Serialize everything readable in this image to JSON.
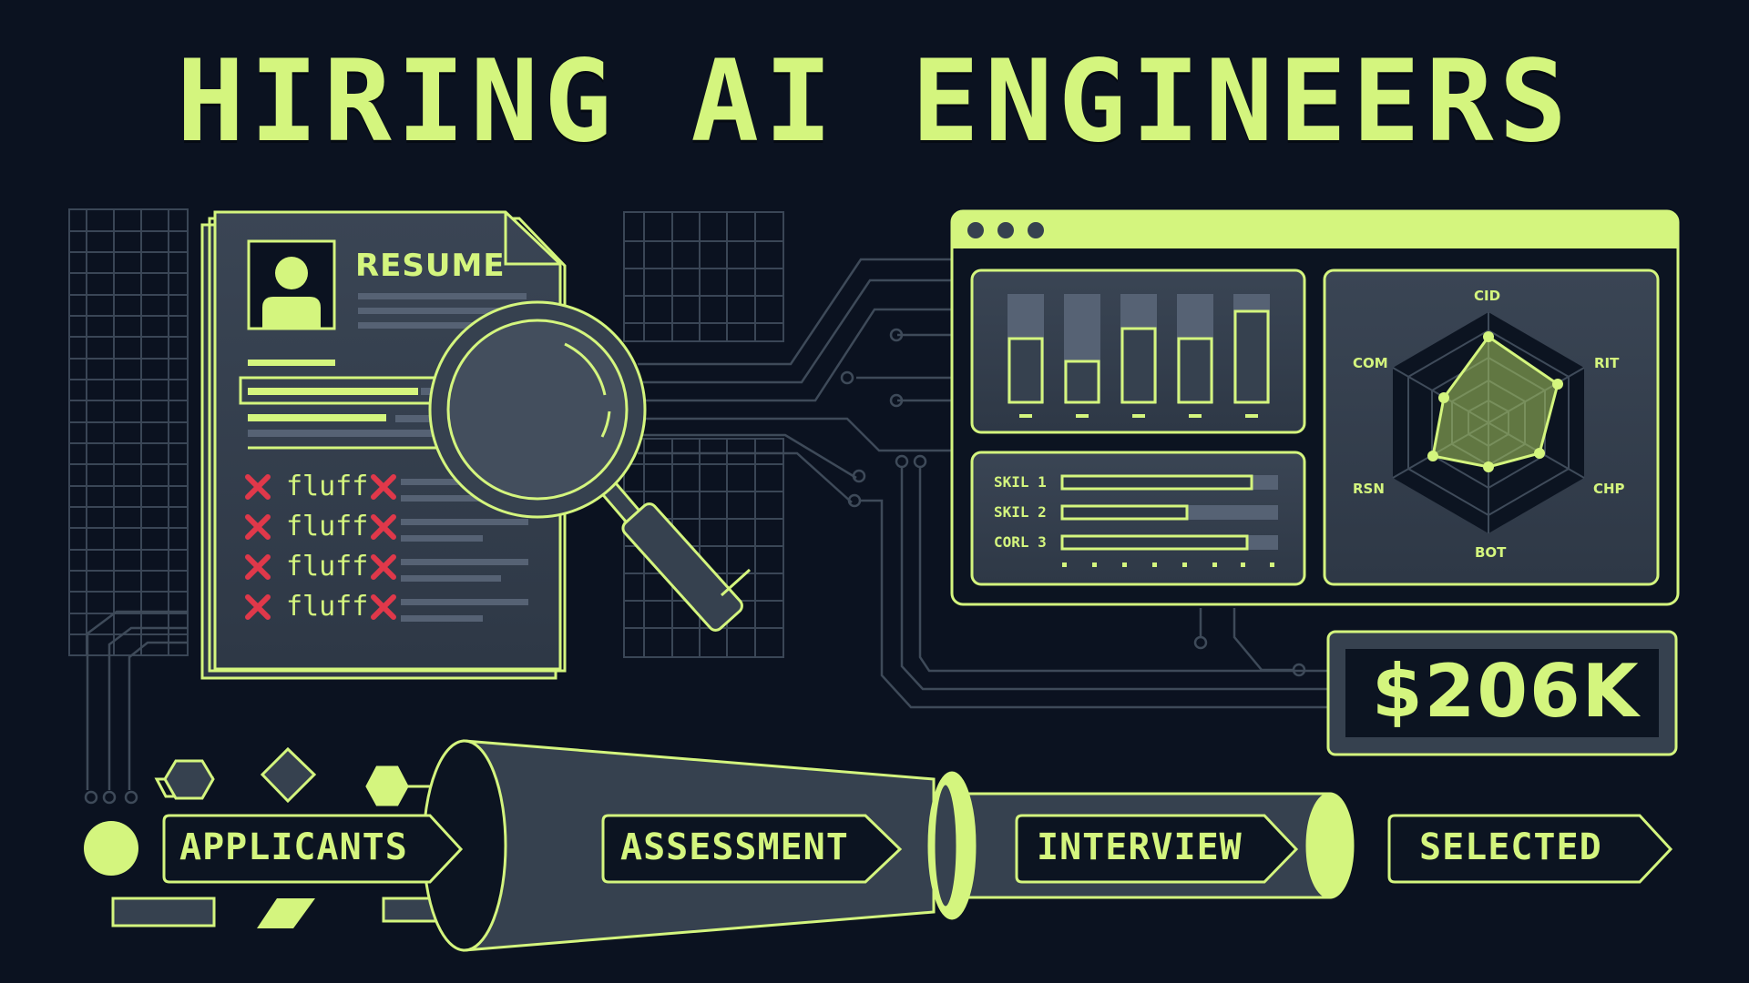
{
  "header": {
    "title": "HIRING AI ENGINEERS"
  },
  "colors": {
    "background": "#0b1220",
    "accent": "#d4f57e",
    "panel": "#36414f",
    "panel_dark": "#0c1421",
    "trace": "#3e4a59",
    "reject": "#e0384a"
  },
  "resume": {
    "title": "RESUME",
    "rejected_items": [
      "fluff",
      "fluff",
      "fluff",
      "fluff"
    ]
  },
  "dashboard": {
    "window_dots": 3,
    "bar_chart": {
      "bars": [
        0.52,
        0.32,
        0.62,
        0.52,
        0.83
      ]
    },
    "skills": [
      {
        "label": "SKIL 1",
        "value": 0.88
      },
      {
        "label": "SKIL 2",
        "value": 0.58
      },
      {
        "label": "CORL 3",
        "value": 0.86
      }
    ],
    "radar": {
      "axes": [
        "CID",
        "RIT",
        "CHP",
        "BOT",
        "RSN",
        "COM"
      ],
      "values": [
        0.8,
        0.85,
        0.55,
        0.38,
        0.62,
        0.45
      ]
    }
  },
  "salary": {
    "value": "$206K"
  },
  "pipeline": {
    "stages": [
      "APPLICANTS",
      "ASSESSMENT",
      "INTERVIEW",
      "SELECTED"
    ]
  }
}
